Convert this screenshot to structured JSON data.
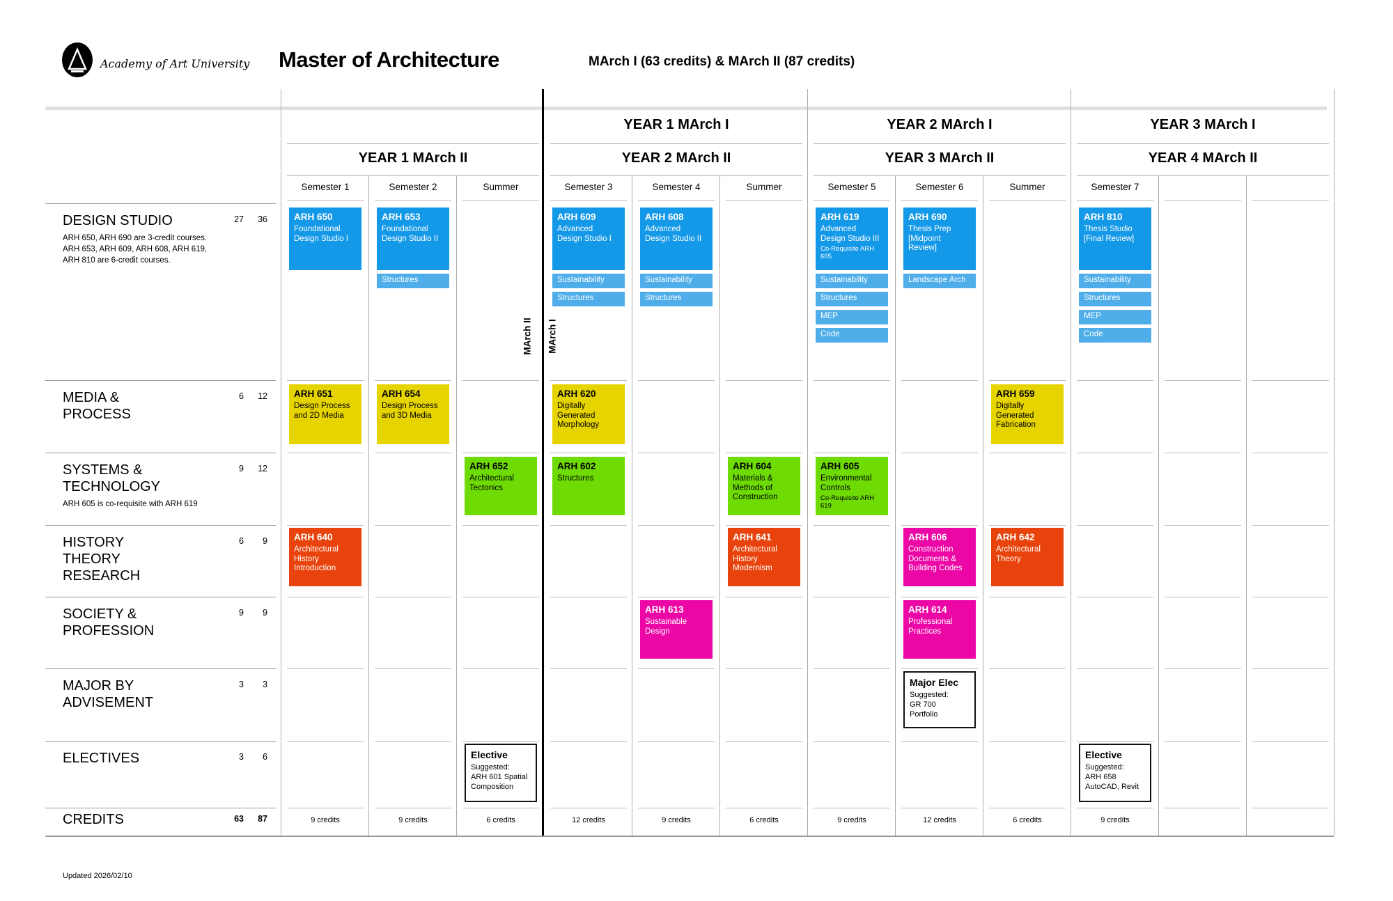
{
  "header": {
    "university": "Academy of Art University",
    "title": "Master of Architecture",
    "subtitle": "MArch I (63 credits) & MArch II (87 credits)"
  },
  "legend": {
    "march2_rotated": "MArch II",
    "march1_rotated": "MArch I"
  },
  "colors": {
    "blue": "#1498E8",
    "lightblue": "#4FAEEA",
    "yellow": "#E6D400",
    "green": "#6EDC04",
    "orange": "#E8430C",
    "pink": "#ED06A6"
  },
  "year_groups": [
    {
      "march1": "",
      "march2": "YEAR 1 MArch II",
      "semesters": [
        "Semester 1",
        "Semester 2",
        "Summer"
      ]
    },
    {
      "march1": "YEAR 1 MArch I",
      "march2": "YEAR 2 MArch II",
      "semesters": [
        "Semester 3",
        "Semester 4",
        "Summer"
      ]
    },
    {
      "march1": "YEAR 2 MArch I",
      "march2": "YEAR 3 MArch II",
      "semesters": [
        "Semester 5",
        "Semester 6",
        "Summer"
      ]
    },
    {
      "march1": "YEAR 3 MArch I",
      "march2": "YEAR 4 MArch II",
      "semesters": [
        "Semester 7",
        "",
        ""
      ]
    }
  ],
  "categories": [
    {
      "id": "design-studio",
      "label": [
        "DESIGN STUDIO"
      ],
      "march1_credits": "27",
      "march2_credits": "36",
      "note": [
        "ARH 650, ARH 690 are 3-credit courses.",
        "ARH 653, ARH 609, ARH 608, ARH 619,",
        "ARH 810 are 6-credit courses."
      ],
      "courses": [
        {
          "col": 0,
          "code": "ARH 650",
          "title": "Foundational Design Studio I",
          "color": "blue",
          "tags": []
        },
        {
          "col": 1,
          "code": "ARH 653",
          "title": "Foundational Design Studio II",
          "color": "blue",
          "tags": [
            "Structures"
          ]
        },
        {
          "col": 3,
          "code": "ARH 609",
          "title": "Advanced Design Studio I",
          "color": "blue",
          "tags": [
            "Sustainability",
            "Structures"
          ]
        },
        {
          "col": 4,
          "code": "ARH 608",
          "title": "Advanced Design Studio II",
          "color": "blue",
          "tags": [
            "Sustainability",
            "Structures"
          ]
        },
        {
          "col": 6,
          "code": "ARH 619",
          "title": "Advanced Design Studio III",
          "note": "Co-Requisite ARH 605",
          "color": "blue",
          "tags": [
            "Sustainability",
            "Structures",
            "MEP",
            "Code"
          ]
        },
        {
          "col": 7,
          "code": "ARH 690",
          "title": "Thesis Prep [Midpoint Review]",
          "color": "blue",
          "tags": [
            "Landscape Arch"
          ]
        },
        {
          "col": 9,
          "code": "ARH 810",
          "title": "Thesis Studio [Final Review]",
          "color": "blue",
          "tags": [
            "Sustainability",
            "Structures",
            "MEP",
            "Code"
          ]
        }
      ]
    },
    {
      "id": "media-process",
      "label": [
        "MEDIA &",
        "PROCESS"
      ],
      "march1_credits": "6",
      "march2_credits": "12",
      "note": [],
      "courses": [
        {
          "col": 0,
          "code": "ARH 651",
          "title": "Design Process and 2D Media",
          "color": "yellow",
          "tags": []
        },
        {
          "col": 1,
          "code": "ARH 654",
          "title": "Design Process and 3D Media",
          "color": "yellow",
          "tags": []
        },
        {
          "col": 3,
          "code": "ARH 620",
          "title": "Digitally Generated Morphology",
          "color": "yellow",
          "tags": []
        },
        {
          "col": 8,
          "code": "ARH 659",
          "title": "Digitally Generated Fabrication",
          "color": "yellow",
          "tags": []
        }
      ]
    },
    {
      "id": "systems-technology",
      "label": [
        "SYSTEMS &",
        "TECHNOLOGY"
      ],
      "march1_credits": "9",
      "march2_credits": "12",
      "note": [
        "ARH 605 is co-requisite with ARH 619"
      ],
      "courses": [
        {
          "col": 2,
          "code": "ARH 652",
          "title": "Architectural Tectonics",
          "color": "green",
          "tags": []
        },
        {
          "col": 3,
          "code": "ARH 602",
          "title": "Structures",
          "color": "green",
          "tags": []
        },
        {
          "col": 5,
          "code": "ARH 604",
          "title": "Materials & Methods of Construction",
          "color": "green",
          "tags": []
        },
        {
          "col": 6,
          "code": "ARH 605",
          "title": "Environmental Controls",
          "note": "Co-Requisite ARH 619",
          "color": "green",
          "tags": []
        }
      ]
    },
    {
      "id": "history-theory-research",
      "label": [
        "HISTORY",
        "THEORY",
        "RESEARCH"
      ],
      "march1_credits": "6",
      "march2_credits": "9",
      "note": [],
      "courses": [
        {
          "col": 0,
          "code": "ARH 640",
          "title": "Architectural History Introduction",
          "color": "orange",
          "tags": []
        },
        {
          "col": 5,
          "code": "ARH 641",
          "title": "Architectural History Modernism",
          "color": "orange",
          "tags": []
        },
        {
          "col": 7,
          "code": "ARH 606",
          "title": "Construction Documents & Building Codes",
          "color": "pink",
          "tags": []
        },
        {
          "col": 8,
          "code": "ARH 642",
          "title": "Architectural Theory",
          "color": "orange",
          "tags": []
        }
      ]
    },
    {
      "id": "society-profession",
      "label": [
        "SOCIETY &",
        "PROFESSION"
      ],
      "march1_credits": "9",
      "march2_credits": "9",
      "note": [],
      "courses": [
        {
          "col": 4,
          "code": "ARH 613",
          "title": "Sustainable Design",
          "color": "pink",
          "tags": []
        },
        {
          "col": 7,
          "code": "ARH 614",
          "title": "Professional Practices",
          "color": "pink",
          "tags": []
        }
      ]
    },
    {
      "id": "major-by-advisement",
      "label": [
        "MAJOR BY",
        "ADVISEMENT"
      ],
      "march1_credits": "3",
      "march2_credits": "3",
      "note": [],
      "courses": [
        {
          "col": 7,
          "code": "Major Elec",
          "lines": [
            "Suggested:",
            "GR 700",
            "Portfolio"
          ],
          "color": "outline",
          "tags": []
        }
      ]
    },
    {
      "id": "electives",
      "label": [
        "ELECTIVES"
      ],
      "march1_credits": "3",
      "march2_credits": "6",
      "note": [],
      "courses": [
        {
          "col": 2,
          "code": "Elective",
          "lines": [
            "Suggested:",
            "ARH 601 Spatial",
            "Composition"
          ],
          "color": "outline",
          "tags": []
        },
        {
          "col": 9,
          "code": "Elective",
          "lines": [
            "Suggested:",
            "ARH 658",
            "AutoCAD, Revit"
          ],
          "color": "outline",
          "tags": []
        }
      ]
    }
  ],
  "credits_row": {
    "label": "CREDITS",
    "march1_total": "63",
    "march2_total": "87",
    "per_column": [
      "9 credits",
      "9 credits",
      "6 credits",
      "12 credits",
      "9 credits",
      "6 credits",
      "9 credits",
      "12 credits",
      "6 credits",
      "9 credits",
      "",
      ""
    ]
  },
  "footer": {
    "updated": "Updated 2026/02/10"
  }
}
